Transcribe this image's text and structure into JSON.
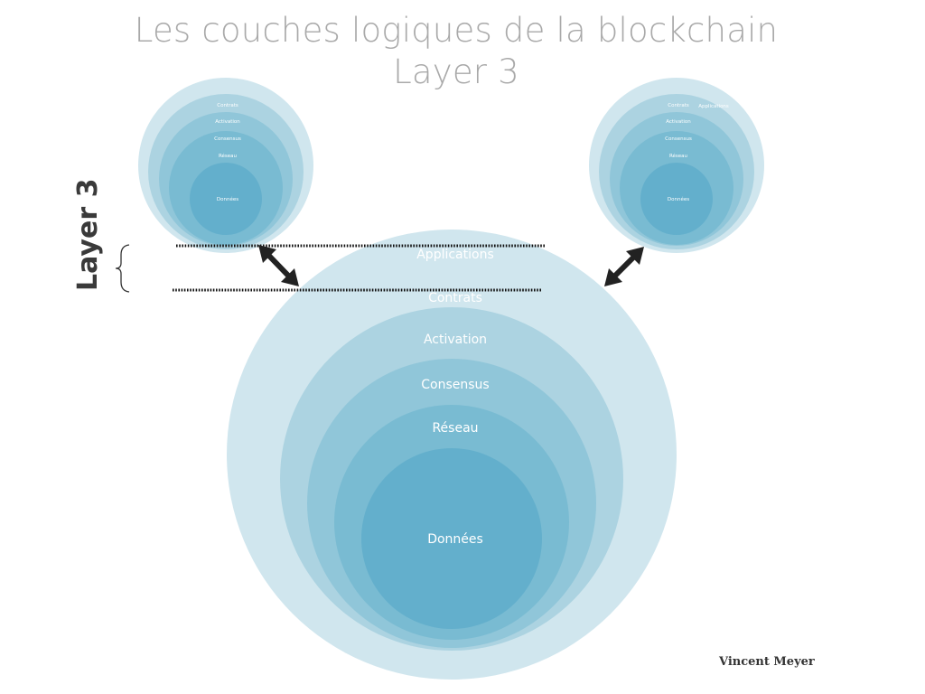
{
  "title": {
    "line1": "Les couches logiques de la blockchain",
    "line2": "Layer 3"
  },
  "side_label": "Layer 3",
  "author": "Vincent Meyer",
  "colors": {
    "ring_outer": "#d0e6ee",
    "ring_2": "#acd3e1",
    "ring_3": "#90c6d9",
    "ring_4": "#79bbd2",
    "ring_core": "#63afcc",
    "label": "#ffffff",
    "arrow": "#222222"
  },
  "big_circle": {
    "layers": [
      "Applications",
      "Contrats",
      "Activation",
      "Consensus",
      "Réseau",
      "Données"
    ]
  },
  "small_left": {
    "layers": [
      "Contrats",
      "Activation",
      "Consensus",
      "Réseau",
      "Données"
    ]
  },
  "small_right": {
    "layers": [
      "Contrats",
      "Applications",
      "Activation",
      "Consensus",
      "Réseau",
      "Données"
    ]
  }
}
